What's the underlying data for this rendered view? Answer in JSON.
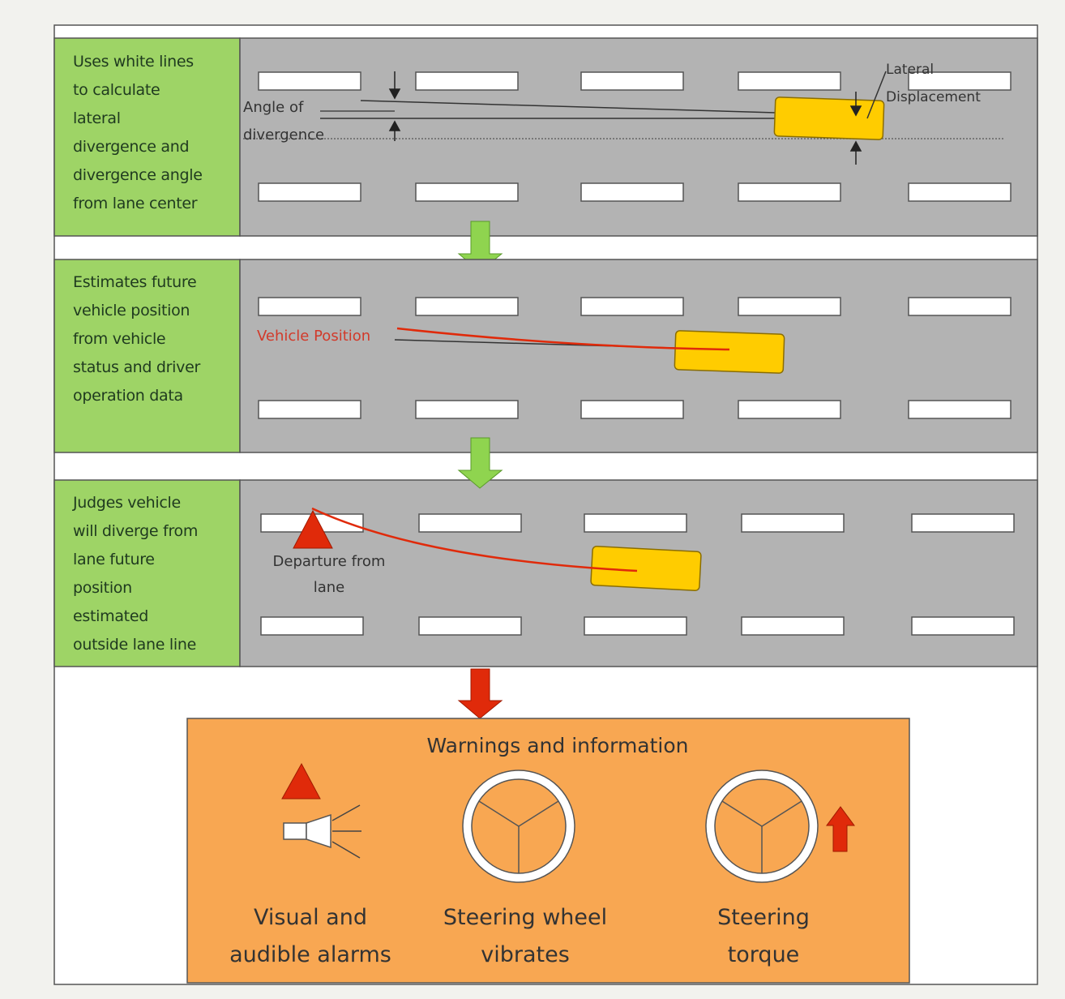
{
  "steps": [
    {
      "text": "Uses white lines\nto calculate\nlateral\ndivergence and\ndivergence angle\nfrom lane center",
      "labels": {
        "angle": [
          "Angle of",
          "divergence"
        ],
        "lateral": [
          "Lateral",
          "Displacement"
        ]
      }
    },
    {
      "text": "Estimates  future\nvehicle position\nfrom vehicle\nstatus and driver\noperation data",
      "labels": {
        "vehicle_position": "Vehicle Position"
      }
    },
    {
      "text": "Judges vehicle\nwill diverge from\nlane future\nposition\nestimated\noutside lane  line",
      "labels": {
        "departure": [
          "Departure from",
          "lane"
        ]
      }
    }
  ],
  "warnings": {
    "title": "Warnings and information",
    "items": [
      {
        "line1": "Visual and",
        "line2": "audible alarms",
        "icon": "alarm-speaker-icon"
      },
      {
        "line1": "Steering wheel",
        "line2": "vibrates",
        "icon": "steering-wheel-icon"
      },
      {
        "line1": "Steering",
        "line2": "torque",
        "icon": "steering-wheel-torque-icon"
      }
    ]
  },
  "colors": {
    "green_panel": "#9ed466",
    "road": "#b3b3b3",
    "car": "#ffcc00",
    "warning_box": "#f8a752",
    "flow_arrow": "#8fd44f",
    "alert_red": "#e02a0a"
  }
}
